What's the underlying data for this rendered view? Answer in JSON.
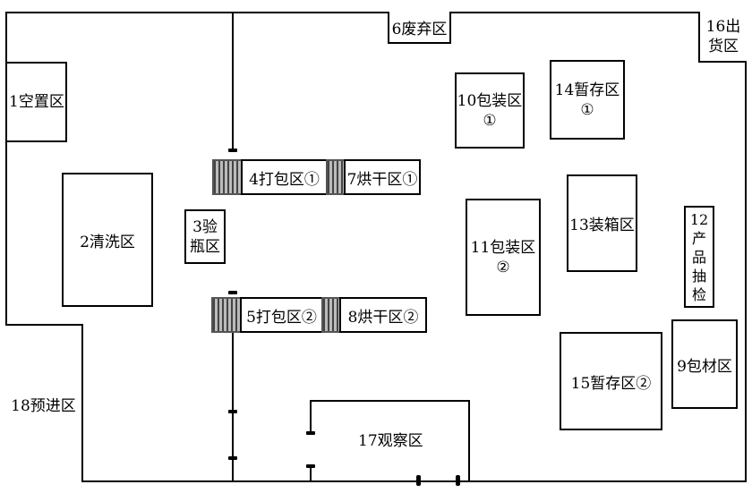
{
  "zones": {
    "z1": "1空置区",
    "z2": "2清洗区",
    "z3_line1": "3验",
    "z3_line2": "瓶区",
    "z4": "4打包区①",
    "z5": "5打包区②",
    "z6": "6废弃区",
    "z7": "7烘干区①",
    "z8": "8烘干区②",
    "z9": "9包材区",
    "z10_line1": "10包装区",
    "z10_line2": "①",
    "z11_line1": "11包装区",
    "z11_line2": "②",
    "z12_chars": [
      "12",
      "产",
      "品",
      "抽",
      "检"
    ],
    "z13": "13装箱区",
    "z14_line1": "14暂存区",
    "z14_line2": "①",
    "z15": "15暂存区②",
    "z16_line1": "16出",
    "z16_line2": "货区",
    "z17": "17观察区",
    "z18": "18预进区"
  }
}
